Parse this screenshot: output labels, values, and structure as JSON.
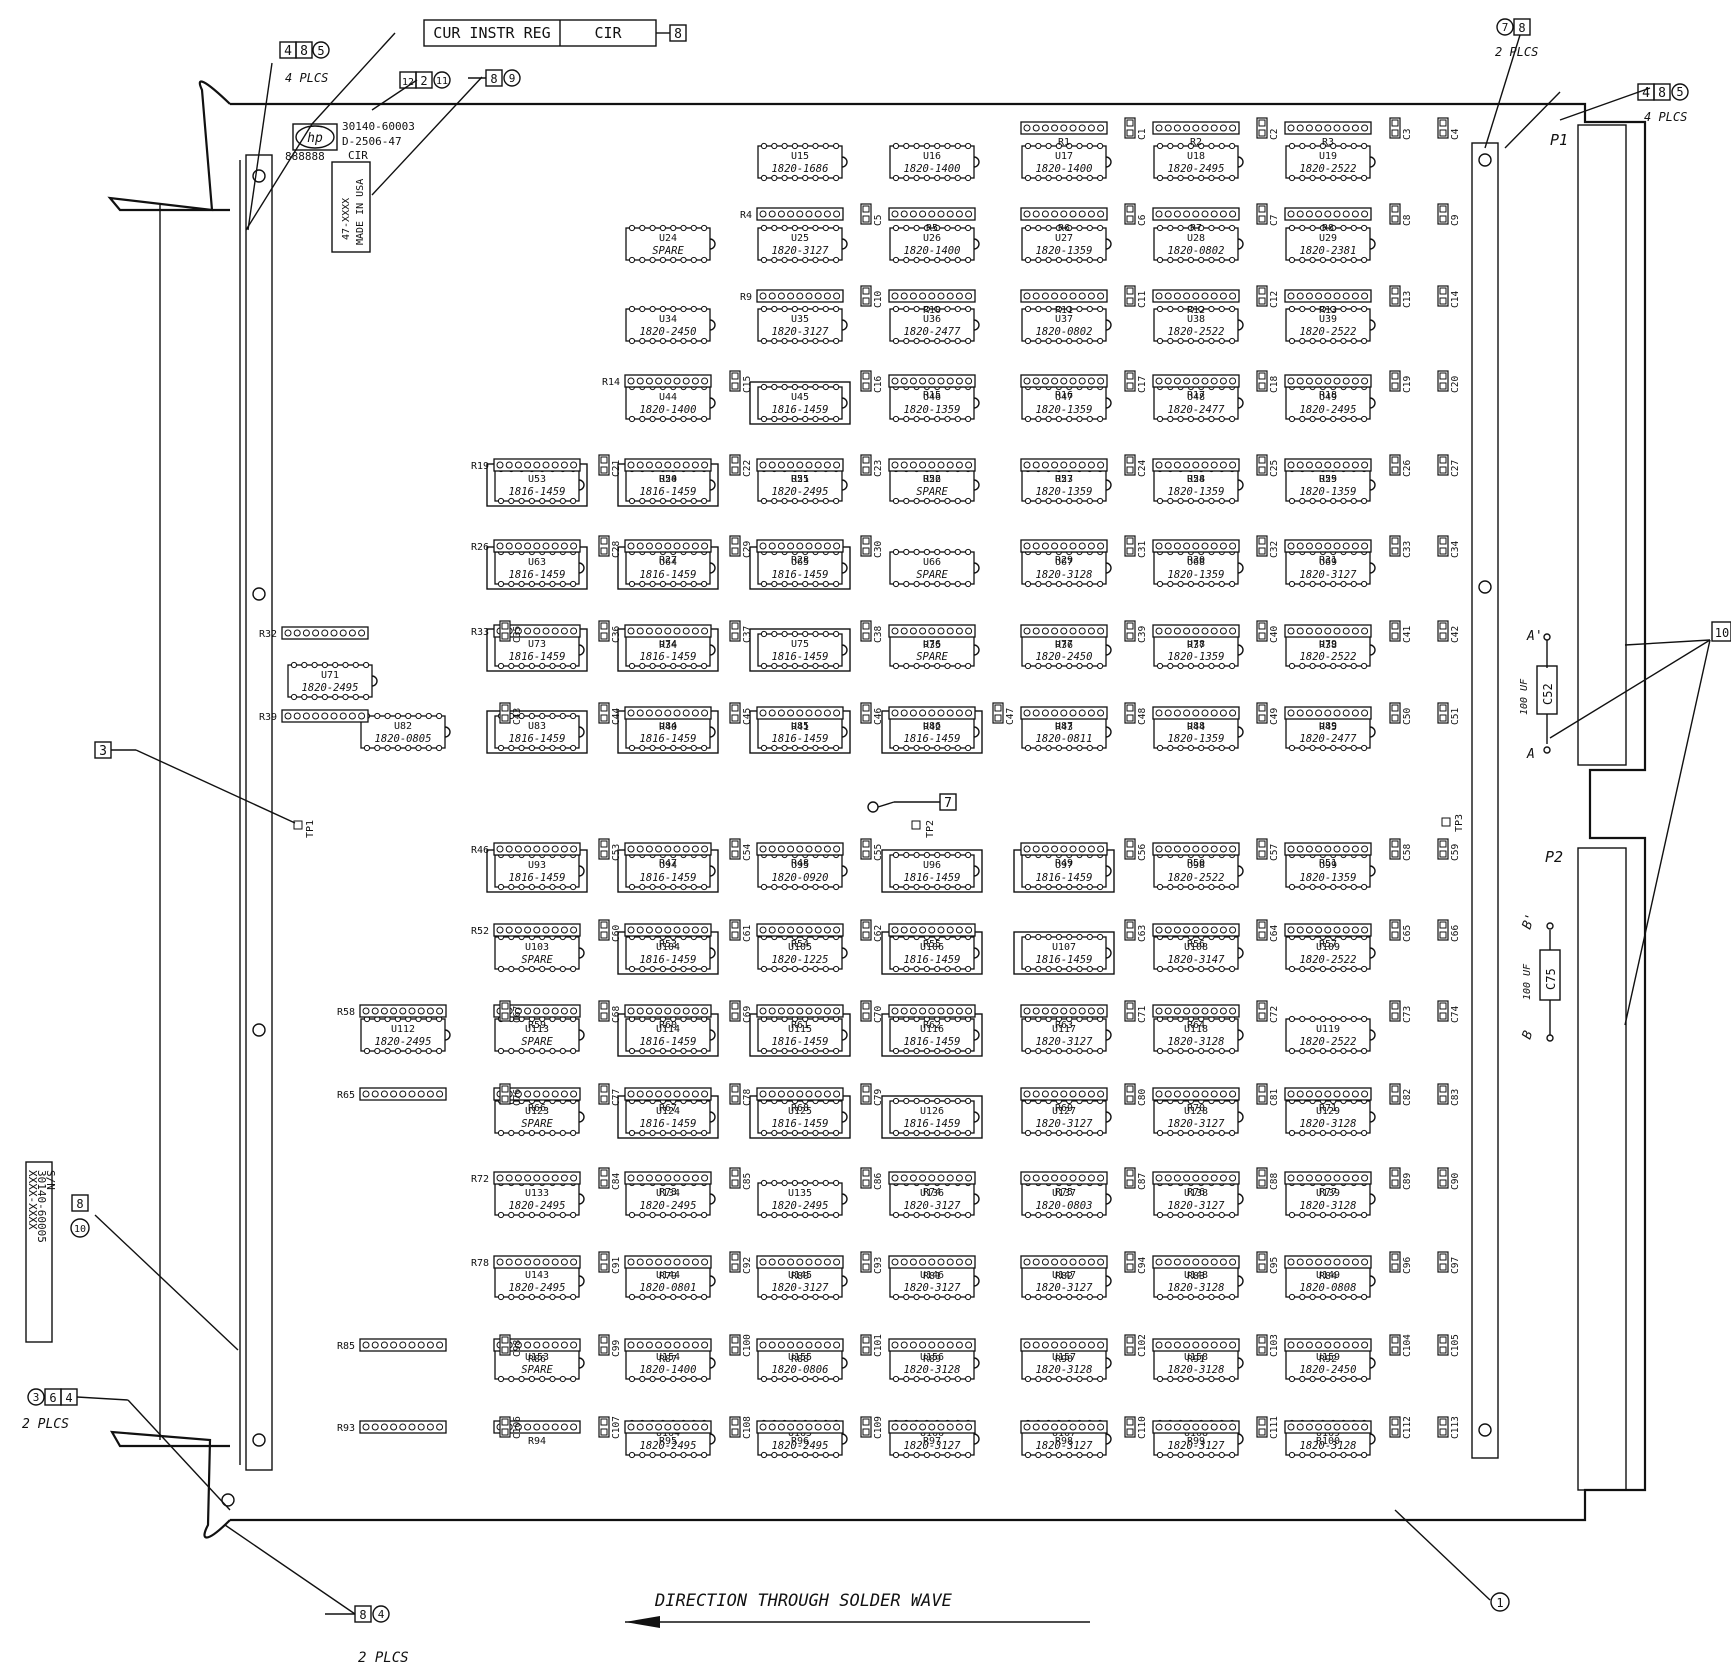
{
  "title_block": {
    "cir": "CIR",
    "name": "CUR INSTR REG",
    "callout": "8"
  },
  "labels": {
    "plcs4": "4 PLCS",
    "plcs2": "2 PLCS",
    "hp": "hp",
    "part_no": "30140-60003",
    "rev": "D-2506-47",
    "cir_small": "CIR",
    "serial": "888888",
    "made1": "47-XXXX",
    "made2": "MADE IN USA",
    "p1": "P1",
    "p2": "P2",
    "c52": "C52",
    "c75": "C75",
    "cap_val": "100 UF",
    "a": "A",
    "a_prime": "A'",
    "b": "B",
    "b_prime": "B'",
    "tp1": "TP1",
    "tp2": "TP2",
    "tp3": "TP3",
    "direction": "DIRECTION THROUGH SOLDER WAVE",
    "side_tag1": "30140-60005",
    "side_tag2": "XXXX-XXXX",
    "side_tag3": "S/N"
  },
  "callouts": {
    "c485a": [
      "4",
      "8",
      "5"
    ],
    "c78": [
      "7",
      "8"
    ],
    "c485b": [
      "4",
      "8",
      "5"
    ],
    "c1221": [
      "12",
      "2",
      "11"
    ],
    "c89": [
      "8",
      "9"
    ],
    "c3": "3",
    "c7": "7",
    "c810": [
      "8",
      "10"
    ],
    "c364": [
      "3",
      "6",
      "4"
    ],
    "c84": [
      "8",
      "4"
    ],
    "c1": "1",
    "c10": "10"
  },
  "ics": [
    [
      "U15",
      "1820-1686"
    ],
    [
      "U16",
      "1820-1400"
    ],
    [
      "U17",
      "1820-1400"
    ],
    [
      "U18",
      "1820-2495"
    ],
    [
      "U19",
      "1820-2522"
    ],
    [
      "U24",
      "SPARE"
    ],
    [
      "U25",
      "1820-3127"
    ],
    [
      "U26",
      "1820-1400"
    ],
    [
      "U27",
      "1820-1359"
    ],
    [
      "U28",
      "1820-0802"
    ],
    [
      "U29",
      "1820-2381"
    ],
    [
      "U34",
      "1820-2450"
    ],
    [
      "U35",
      "1820-3127"
    ],
    [
      "U36",
      "1820-2477"
    ],
    [
      "U37",
      "1820-0802"
    ],
    [
      "U38",
      "1820-2522"
    ],
    [
      "U39",
      "1820-2522"
    ],
    [
      "U44",
      "1820-1400"
    ],
    [
      "U45",
      "1816-1459"
    ],
    [
      "U46",
      "1820-1359"
    ],
    [
      "U47",
      "1820-1359"
    ],
    [
      "U48",
      "1820-2477"
    ],
    [
      "U49",
      "1820-2495"
    ],
    [
      "U53",
      "1816-1459"
    ],
    [
      "U54",
      "1816-1459"
    ],
    [
      "U55",
      "1820-2495"
    ],
    [
      "U56",
      "SPARE"
    ],
    [
      "U57",
      "1820-1359"
    ],
    [
      "U58",
      "1820-1359"
    ],
    [
      "U59",
      "1820-1359"
    ],
    [
      "U63",
      "1816-1459"
    ],
    [
      "U64",
      "1816-1459"
    ],
    [
      "U65",
      "1816-1459"
    ],
    [
      "U66",
      "SPARE"
    ],
    [
      "U67",
      "1820-3128"
    ],
    [
      "U68",
      "1820-1359"
    ],
    [
      "U69",
      "1820-3127"
    ],
    [
      "U71",
      "1820-2495"
    ],
    [
      "U73",
      "1816-1459"
    ],
    [
      "U74",
      "1816-1459"
    ],
    [
      "U75",
      "1816-1459"
    ],
    [
      "U76",
      "SPARE"
    ],
    [
      "U77",
      "1820-2450"
    ],
    [
      "U78",
      "1820-1359"
    ],
    [
      "U79",
      "1820-2522"
    ],
    [
      "U82",
      "1820-0805"
    ],
    [
      "U83",
      "1816-1459"
    ],
    [
      "U84",
      "1816-1459"
    ],
    [
      "U85",
      "1816-1459"
    ],
    [
      "U86",
      "1816-1459"
    ],
    [
      "U87",
      "1820-0811"
    ],
    [
      "U88",
      "1820-1359"
    ],
    [
      "U89",
      "1820-2477"
    ],
    [
      "U93",
      "1816-1459"
    ],
    [
      "U94",
      "1816-1459"
    ],
    [
      "U95",
      "1820-0920"
    ],
    [
      "U96",
      "1816-1459"
    ],
    [
      "U97",
      "1816-1459"
    ],
    [
      "U98",
      "1820-2522"
    ],
    [
      "U99",
      "1820-1359"
    ],
    [
      "U103",
      "SPARE"
    ],
    [
      "U104",
      "1816-1459"
    ],
    [
      "U105",
      "1820-1225"
    ],
    [
      "U106",
      "1816-1459"
    ],
    [
      "U107",
      "1816-1459"
    ],
    [
      "U108",
      "1820-3147"
    ],
    [
      "U109",
      "1820-2522"
    ],
    [
      "U112",
      "1820-2495"
    ],
    [
      "U113",
      "SPARE"
    ],
    [
      "U114",
      "1816-1459"
    ],
    [
      "U115",
      "1816-1459"
    ],
    [
      "U116",
      "1816-1459"
    ],
    [
      "U117",
      "1820-3127"
    ],
    [
      "U118",
      "1820-3128"
    ],
    [
      "U119",
      "1820-2522"
    ],
    [
      "U123",
      "SPARE"
    ],
    [
      "U124",
      "1816-1459"
    ],
    [
      "U125",
      "1816-1459"
    ],
    [
      "U126",
      "1816-1459"
    ],
    [
      "U127",
      "1820-3127"
    ],
    [
      "U128",
      "1820-3127"
    ],
    [
      "U129",
      "1820-3128"
    ],
    [
      "U133",
      "1820-2495"
    ],
    [
      "U134",
      "1820-2495"
    ],
    [
      "U135",
      "1820-2495"
    ],
    [
      "U136",
      "1820-3127"
    ],
    [
      "U137",
      "1820-0803"
    ],
    [
      "U138",
      "1820-3127"
    ],
    [
      "U139",
      "1820-3128"
    ],
    [
      "U143",
      "1820-2495"
    ],
    [
      "U144",
      "1820-0801"
    ],
    [
      "U145",
      "1820-3127"
    ],
    [
      "U146",
      "1820-3127"
    ],
    [
      "U147",
      "1820-3127"
    ],
    [
      "U148",
      "1820-3128"
    ],
    [
      "U149",
      "1820-0808"
    ],
    [
      "U153",
      "SPARE"
    ],
    [
      "U154",
      "1820-1400"
    ],
    [
      "U155",
      "1820-0806"
    ],
    [
      "U156",
      "1820-3128"
    ],
    [
      "U157",
      "1820-3128"
    ],
    [
      "U158",
      "1820-3128"
    ],
    [
      "U159",
      "1820-2450"
    ],
    [
      "U164",
      "1820-2495"
    ],
    [
      "U165",
      "1820-2495"
    ],
    [
      "U166",
      "1820-3127"
    ],
    [
      "U167",
      "1820-3127"
    ],
    [
      "U168",
      "1820-3127"
    ],
    [
      "U169",
      "1820-3128"
    ]
  ],
  "resistors": [
    "R1",
    "R2",
    "R3",
    "R4",
    "R5",
    "R6",
    "R7",
    "R8",
    "R9",
    "R10",
    "R11",
    "R12",
    "R13",
    "R14",
    "R15",
    "R16",
    "R17",
    "R18",
    "R19",
    "R20",
    "R21",
    "R22",
    "R23",
    "R24",
    "R25",
    "R26",
    "R27",
    "R28",
    "R29",
    "R30",
    "R31",
    "R32",
    "R33",
    "R34",
    "R35",
    "R36",
    "R37",
    "R38",
    "R39",
    "R40",
    "R41",
    "R42",
    "R43",
    "R44",
    "R45",
    "R46",
    "R47",
    "R48",
    "R49",
    "R50",
    "R51",
    "R52",
    "R53",
    "R54",
    "R55",
    "R56",
    "R57",
    "R58",
    "R59",
    "R60",
    "R61",
    "R62",
    "R63",
    "R64",
    "R65",
    "R66",
    "R67",
    "R68",
    "R69",
    "R70",
    "R71",
    "R72",
    "R73",
    "R74",
    "R75",
    "R76",
    "R77",
    "R78",
    "R79",
    "R80",
    "R81",
    "R82",
    "R83",
    "R84",
    "R85",
    "R86",
    "R87",
    "R88",
    "R89",
    "R90",
    "R91",
    "R92",
    "R93",
    "R94",
    "R95",
    "R96",
    "R97",
    "R98",
    "R99",
    "R100"
  ],
  "capacitors": [
    "C1",
    "C2",
    "C3",
    "C4",
    "C5",
    "C6",
    "C7",
    "C8",
    "C9",
    "C10",
    "C11",
    "C12",
    "C13",
    "C14",
    "C15",
    "C16",
    "C17",
    "C18",
    "C19",
    "C20",
    "C21",
    "C22",
    "C23",
    "C24",
    "C25",
    "C26",
    "C27",
    "C28",
    "C29",
    "C30",
    "C31",
    "C32",
    "C33",
    "C34",
    "C35",
    "C36",
    "C37",
    "C38",
    "C39",
    "C40",
    "C41",
    "C42",
    "C43",
    "C44",
    "C45",
    "C46",
    "C47",
    "C48",
    "C49",
    "C50",
    "C51",
    "C53",
    "C54",
    "C55",
    "C56",
    "C57",
    "C58",
    "C59",
    "C60",
    "C61",
    "C62",
    "C63",
    "C64",
    "C65",
    "C66",
    "C67",
    "C68",
    "C69",
    "C70",
    "C71",
    "C72",
    "C73",
    "C74",
    "C76",
    "C77",
    "C78",
    "C79",
    "C80",
    "C81",
    "C82",
    "C83",
    "C84",
    "C85",
    "C86",
    "C87",
    "C88",
    "C89",
    "C90",
    "C91",
    "C92",
    "C93",
    "C94",
    "C95",
    "C96",
    "C97",
    "C98",
    "C99",
    "C100",
    "C101",
    "C102",
    "C103",
    "C104",
    "C105",
    "C106",
    "C107",
    "C108",
    "C109",
    "C110",
    "C111",
    "C112",
    "C113"
  ]
}
